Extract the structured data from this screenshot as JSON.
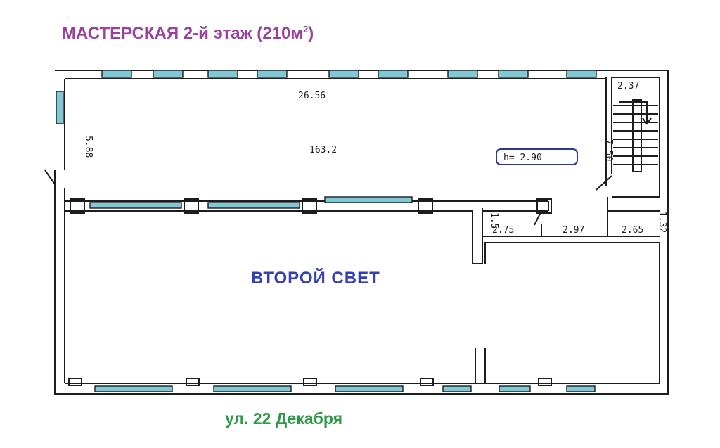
{
  "title": {
    "main": "МАСТЕРСКАЯ  2-й этаж (210м",
    "sup": "2",
    "close": ")"
  },
  "labels": {
    "second_light": "ВТОРОЙ  СВЕТ",
    "street": "ул. 22 Декабря"
  },
  "dimensions": {
    "length": "26.56",
    "width_left": "5.88",
    "area": "163.2",
    "height": "h= 2.90",
    "right_height": "7.50",
    "stair_width": "2.37",
    "room1": "2.75",
    "room1_side": "1.5",
    "room2": "2.97",
    "room3": "2.65",
    "room3_side": "1.32"
  },
  "colors": {
    "title": "#9b3fa0",
    "second_light": "#3340b6",
    "street": "#2f9a45",
    "window": "#7fc9d6",
    "height_box": "#2a3a8f"
  }
}
